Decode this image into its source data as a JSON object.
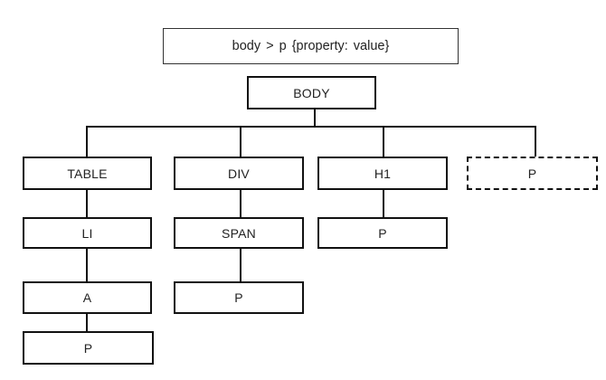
{
  "selector": "body  >  p  {property:  value}",
  "nodes": {
    "body": "BODY",
    "table": "TABLE",
    "div": "DIV",
    "h1": "H1",
    "p_child": "P",
    "li": "LI",
    "span": "SPAN",
    "p_under_h1": "P",
    "a": "A",
    "p_under_span": "P",
    "p_under_a": "P"
  }
}
